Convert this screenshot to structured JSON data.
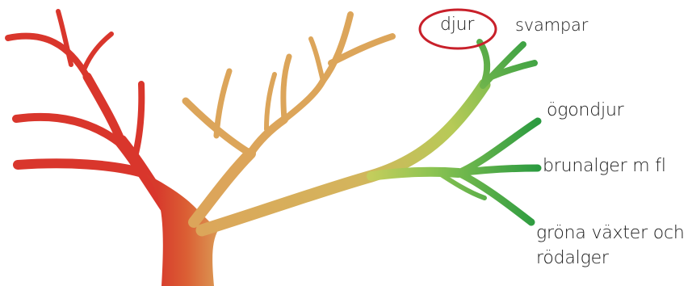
{
  "labels": {
    "djur": "djur",
    "svampar": "svampar",
    "ogondjur": "ögondjur",
    "brunalger": "brunalger m fl",
    "grona_line1": "gröna växter och",
    "grona_line2": "rödalger"
  },
  "highlight": {
    "target": "djur",
    "shape": "ellipse",
    "color": "#c8202a"
  },
  "colors": {
    "left_branches": "#d9352b",
    "trunk_left": "#d7412c",
    "trunk_right": "#dba058",
    "middle_branches": "#dca55a",
    "transition": "#b9c95a",
    "right_branches": "#2e9a3e"
  }
}
